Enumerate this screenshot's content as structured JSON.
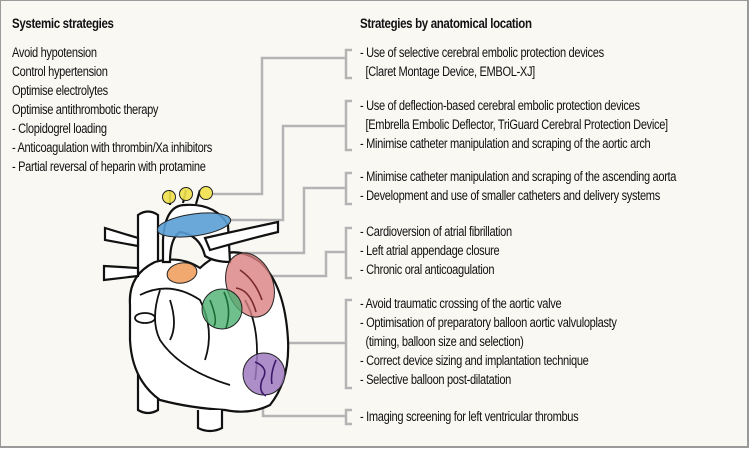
{
  "left_panel": {
    "heading": "Systemic strategies",
    "items": [
      "Avoid hypotension",
      "Control hypertension",
      "Optimise electrolytes",
      "Optimise antithrombotic therapy",
      "- Clopidogrel loading",
      "- Anticoagulation with thrombin/Xa inhibitors",
      "- Partial reversal of heparin with protamine"
    ]
  },
  "right_panel": {
    "heading": "Strategies by anatomical location",
    "groups": [
      {
        "region": "cerebral-vessels",
        "marker_color": "#f0e04a",
        "lines": [
          "- Use of selective cerebral embolic protection devices",
          "  [Claret Montage Device, EMBOL-XJ]"
        ]
      },
      {
        "region": "aortic-arch",
        "marker_color": "#5a9fd6",
        "lines": [
          "- Use of deflection-based cerebral embolic protection devices",
          "  [Embrella Embolic Deflector, TriGuard Cerebral Protection Device]",
          "- Minimise catheter manipulation and scraping of the aortic arch"
        ]
      },
      {
        "region": "ascending-aorta",
        "marker_color": "#f0a060",
        "lines": [
          "- Minimise catheter manipulation and scraping of the ascending aorta",
          "- Development and use of smaller catheters and delivery systems"
        ]
      },
      {
        "region": "left-atrium",
        "marker_color": "#d98080",
        "lines": [
          "- Cardioversion of atrial fibrillation",
          "- Left atrial appendage closure",
          "- Chronic oral anticoagulation"
        ]
      },
      {
        "region": "aortic-valve",
        "marker_color": "#4cb070",
        "lines": [
          "- Avoid traumatic crossing of the aortic valve",
          "- Optimisation of preparatory balloon aortic valvuloplasty",
          "  (timing, balloon size and selection)",
          "- Correct device sizing and implantation technique",
          "- Selective balloon post-dilatation"
        ]
      },
      {
        "region": "left-ventricle",
        "marker_color": "#a07ac0",
        "lines": [
          "- Imaging screening for left ventricular thrombus"
        ]
      }
    ]
  }
}
